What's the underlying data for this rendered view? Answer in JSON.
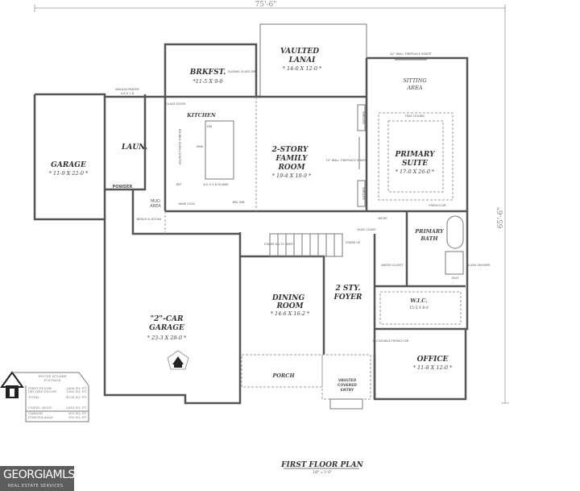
{
  "plan": {
    "title": "FIRST FLOOR PLAN",
    "scale": "1/4\" = 1'-0\"",
    "overall_width": "75'-6\"",
    "overall_depth": "65'-6\""
  },
  "rooms": {
    "breakfast": {
      "name": "BRKFST.",
      "dims": "*11-5 X 9-0"
    },
    "lanai": {
      "name1": "VAULTED",
      "name2": "LANAI",
      "dims": "* 14-0 X 12-0 *"
    },
    "sitting": {
      "name1": "SITTING",
      "name2": "AREA"
    },
    "primary_suite": {
      "name1": "PRIMARY",
      "name2": "SUITE",
      "dims": "* 17-0 X 26-0 *",
      "note": "TRAY CEILING"
    },
    "family": {
      "name1": "2-STORY",
      "name2": "FAMILY",
      "name3": "ROOM",
      "dims": "* 19-4 X 19-9 *"
    },
    "kitchen": {
      "name": "KITCHEN",
      "island": "8-0 X 3-6 ISLAND",
      "sink": "SINK",
      "dw": "DW",
      "ref": "REF",
      "wine": "WINE COOL",
      "cooktop": "DOUBLE OVEN COOKTOP",
      "dbl_mw": "DBL MW"
    },
    "pantry": {
      "name": "WALK-IN PANTRY",
      "dims": "4-8 X 7-8"
    },
    "laundry": {
      "name": "LAUN."
    },
    "powder": {
      "name": "POWDER"
    },
    "mud": {
      "name1": "MUD",
      "name2": "AREA",
      "bench": "BENCH & HOOKS"
    },
    "side_garage": {
      "name": "GARAGE",
      "dims": "* 11-9 X 22-0 *"
    },
    "garage": {
      "name1": "\"2\"-CAR",
      "name2": "GARAGE",
      "dims": "* 23-3 X 28-0 *"
    },
    "dining": {
      "name1": "DINING",
      "name2": "ROOM",
      "dims": "* 14-6 X 16-2 *"
    },
    "foyer": {
      "name1": "2 STY.",
      "name2": "FOYER"
    },
    "primary_bath": {
      "name1": "PRIMARY",
      "name2": "BATH",
      "water_closet": "WATER CLOSET",
      "seat": "SEAT",
      "glass_shower": "GLASS SHOWER",
      "french": "FRENCH DR",
      "niche": "NICHE",
      "hvac": "HVAC CHASE"
    },
    "wic": {
      "name": "W.I.C.",
      "dims": "15-5 X 8-0"
    },
    "office": {
      "name": "OFFICE",
      "dims": "* 11-8 X 12-0 *",
      "door": "8-0 DOUBLE FRENCH DR"
    },
    "porch": {
      "name": "PORCH"
    },
    "entry": {
      "name1": "VAULTED",
      "name2": "COVERED",
      "name3": "ENTRY"
    },
    "stairs": {
      "down": "STAIRS DN TO BSMT",
      "up": "STAIRS UP"
    },
    "misc": {
      "sliding": "SLIDING GLASS DR",
      "glass_door": "GLASS DOOR",
      "fireplace_family": "74\" WALL FIREPLACE INSERT",
      "fireplace_suite": "42\" WALL FIREPLACE INSERT",
      "shelves": "SHELVES",
      "entry_label": "ENTRY"
    }
  },
  "footage": {
    "title1": "HOUSE SQUARE",
    "title2": "FOOTAGE",
    "rows": [
      {
        "label": "FIRST FLOOR",
        "value": "2668 SQ. FT."
      },
      {
        "label": "SECOND FLOOR",
        "value": "1560 SQ. FT."
      },
      {
        "label": "TOTAL",
        "value": "4228 SQ. FT."
      },
      {
        "label": "UNFIN. BSMT",
        "value": "2616 SQ. FT."
      },
      {
        "label": "GARAGE",
        "value": "903 SQ. FT."
      },
      {
        "label": "PORCH/LANAI",
        "value": "395 SQ. FT."
      }
    ]
  },
  "logo": {
    "brand": "GEORGIAMLS",
    "tagline": "REAL ESTATE SERVICES"
  }
}
